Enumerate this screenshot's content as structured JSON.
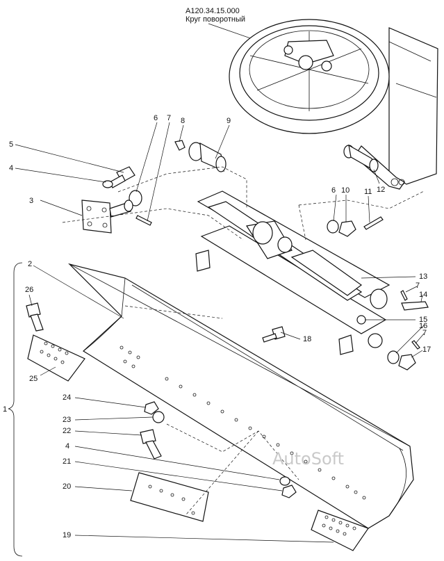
{
  "assembly": {
    "code": "А120.34.15.000",
    "name": "Круг поворотный"
  },
  "watermark": "AutoSoft",
  "group_label": "1",
  "callouts": [
    {
      "id": "c2",
      "text": "2"
    },
    {
      "id": "c3",
      "text": "3"
    },
    {
      "id": "c4a",
      "text": "4"
    },
    {
      "id": "c4b",
      "text": "4"
    },
    {
      "id": "c5",
      "text": "5"
    },
    {
      "id": "c6a",
      "text": "6"
    },
    {
      "id": "c6b",
      "text": "6"
    },
    {
      "id": "c7a",
      "text": "7"
    },
    {
      "id": "c7b",
      "text": "7"
    },
    {
      "id": "c7c",
      "text": "7"
    },
    {
      "id": "c8",
      "text": "8"
    },
    {
      "id": "c9",
      "text": "9"
    },
    {
      "id": "c10",
      "text": "10"
    },
    {
      "id": "c11",
      "text": "11"
    },
    {
      "id": "c12",
      "text": "12"
    },
    {
      "id": "c13",
      "text": "13"
    },
    {
      "id": "c14",
      "text": "14"
    },
    {
      "id": "c15",
      "text": "15"
    },
    {
      "id": "c16",
      "text": "16"
    },
    {
      "id": "c17",
      "text": "17"
    },
    {
      "id": "c18",
      "text": "18"
    },
    {
      "id": "c19",
      "text": "19"
    },
    {
      "id": "c20",
      "text": "20"
    },
    {
      "id": "c21",
      "text": "21"
    },
    {
      "id": "c22",
      "text": "22"
    },
    {
      "id": "c23",
      "text": "23"
    },
    {
      "id": "c24",
      "text": "24"
    },
    {
      "id": "c25",
      "text": "25"
    },
    {
      "id": "c26",
      "text": "26"
    }
  ]
}
